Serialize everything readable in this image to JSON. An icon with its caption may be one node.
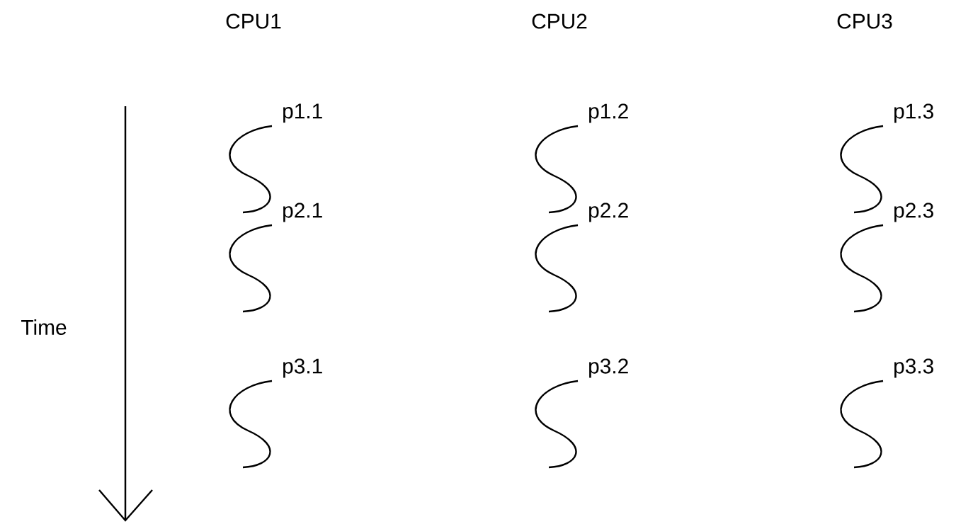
{
  "diagram": {
    "labels": [
      "CPU1",
      "CPU2",
      "CPU3",
      "p1.1",
      "p1.2",
      "p1.3",
      "p2.1",
      "p2.2",
      "p2.3",
      "Time",
      "p3.1",
      "p3.2",
      "p3.3"
    ]
  }
}
